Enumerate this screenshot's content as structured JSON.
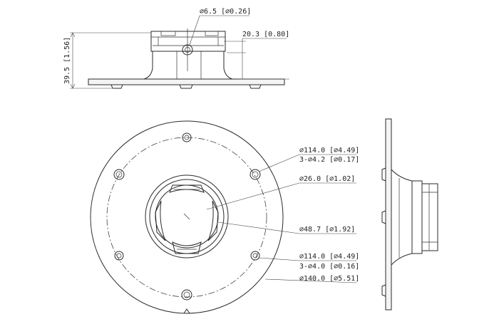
{
  "drawing": {
    "side_view": {
      "hole_dim": "⌀6.5 [⌀0.26]",
      "neck_dim": "20.3 [0.80]",
      "height_dim": "39.5 [1.56]"
    },
    "front_view": {
      "bolt_circle_upper": "⌀114.0 [⌀4.49]",
      "holes_upper": "3-⌀4.2 [⌀0.17]",
      "inner_dim": "⌀26.0 [⌀1.02]",
      "center_dim": "⌀48.7 [⌀1.92]",
      "bolt_circle_lower": "⌀114.0 [⌀4.49]",
      "holes_lower": "3-⌀4.0 [⌀0.16]",
      "outer_dim": "⌀140.0 [⌀5.51]"
    }
  }
}
